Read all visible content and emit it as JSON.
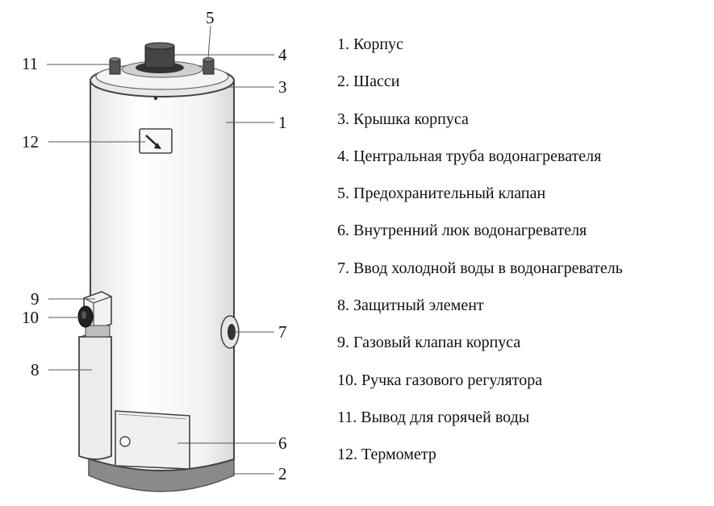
{
  "callouts": {
    "c1": "1",
    "c2": "2",
    "c3": "3",
    "c4": "4",
    "c5": "5",
    "c6": "6",
    "c7": "7",
    "c8": "8",
    "c9": "9",
    "c10": "10",
    "c11": "11",
    "c12": "12"
  },
  "legend": [
    "1. Корпус",
    "2. Шасси",
    "3. Крышка корпуса",
    "4. Центральная труба водонагревателя",
    "5. Предохранительный клапан",
    "6. Внутренний люк водонагревателя",
    "7. Ввод холодной воды в водонагреватель",
    "8. Защитный элемент",
    "9. Газовый клапан корпуса",
    "10. Ручка газового регулятора",
    "11. Вывод для горячей воды",
    "12. Термометр"
  ],
  "colors": {
    "outline": "#444444",
    "body": "#f5f5f5",
    "base": "#8a8a8a",
    "fittings": "#555555"
  }
}
